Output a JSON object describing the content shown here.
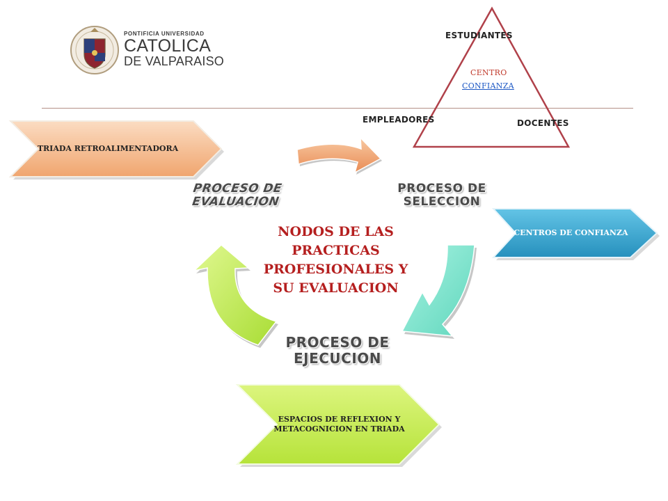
{
  "logo": {
    "line1": "PONTIFICIA UNIVERSIDAD",
    "line2": "CATOLICA",
    "line3": "DE VALPARAISO"
  },
  "triangle": {
    "top": "ESTUDIANTES",
    "left": "EMPLEADORES",
    "right": "DOCENTES",
    "center_line1": "CENTRO",
    "center_line2": "CONFIANZA"
  },
  "chevrons": {
    "triada": "TRIADA RETROALIMENTADORA",
    "centros": "CENTROS DE CONFIANZA",
    "espacios": "ESPACIOS DE REFLEXION Y METACOGNICION EN TRIADA"
  },
  "cycle": {
    "evaluacion": "PROCESO DE EVALUACION",
    "seleccion": "PROCESO DE SELECCION",
    "ejecucion": "PROCESO DE EJECUCION",
    "center": "NODOS DE LAS PRACTICAS PROFESIONALES Y SU EVALUACION"
  },
  "colors": {
    "triangle_stroke": "#b0414a",
    "chevron_orange": "#f5b98a",
    "chevron_blue": "#3aa6cc",
    "chevron_green": "#c8ee55",
    "arrow_orange": "#f2a878",
    "arrow_teal": "#7ee6cf",
    "arrow_green": "#c9ef5c",
    "center_text": "#b51f1f"
  }
}
